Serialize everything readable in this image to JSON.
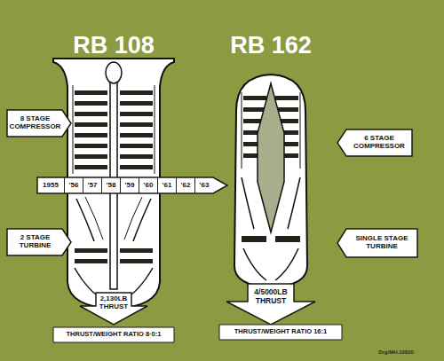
{
  "diagram": {
    "nodes": [
      {
        "text": [
          "8 STAGE COMPRESSOR"
        ]
      },
      {
        "text": [
          "6 STAGE COMPRESSOR"
        ]
      },
      {
        "text": [
          "1955",
          "'56",
          "'57",
          "'58",
          "'59",
          "'60",
          "'61",
          "'62",
          "'63"
        ]
      },
      {
        "text": [
          "2 STAGE TURBINE"
        ]
      },
      {
        "text": [
          "SINGLE STAGE TURBINE"
        ]
      },
      {
        "text": [
          "2,130LB THRUST"
        ]
      },
      {
        "text": [
          "4/5000LB THRUST"
        ]
      },
      {
        "text": [
          "THRUST/WEIGHT RATIO 8·0:1"
        ]
      },
      {
        "text": [
          "THRUST/WEIGHT RATIO 16:1"
        ]
      }
    ],
    "labels": [
      "RB 108",
      "RB 162",
      "Drg/MH.10820"
    ]
  }
}
